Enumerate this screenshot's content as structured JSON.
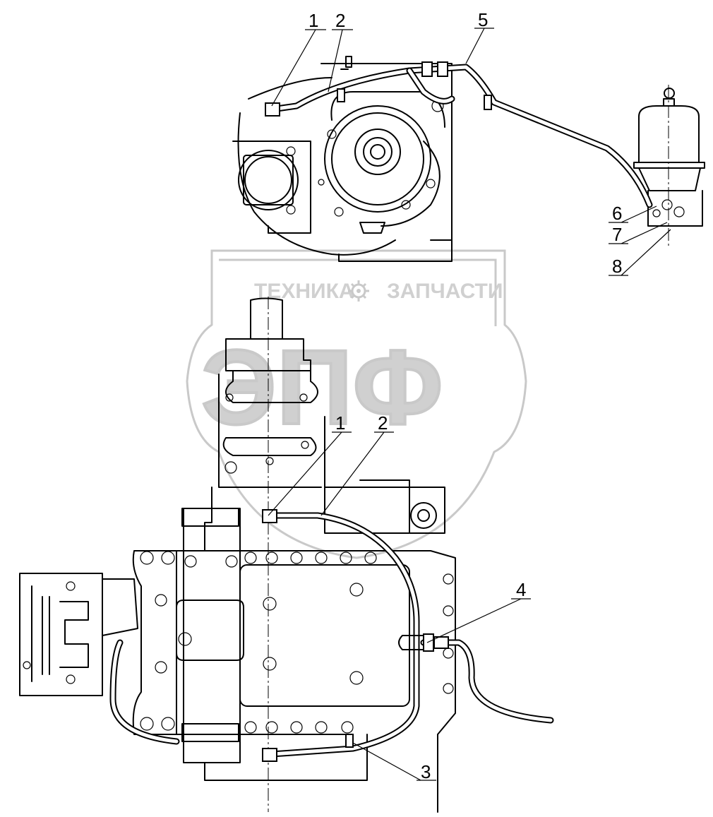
{
  "watermark": {
    "top_text_left": "ТЕХНИКА",
    "top_text_right": "ЗАПЧАСТИ",
    "big_letters": "ЭПФ",
    "gear_icon": "gear-icon"
  },
  "callouts": [
    {
      "id": "callout-1-top",
      "label": "1"
    },
    {
      "id": "callout-2-top",
      "label": "2"
    },
    {
      "id": "callout-5",
      "label": "5"
    },
    {
      "id": "callout-6",
      "label": "6"
    },
    {
      "id": "callout-7",
      "label": "7"
    },
    {
      "id": "callout-8",
      "label": "8"
    },
    {
      "id": "callout-1-mid",
      "label": "1"
    },
    {
      "id": "callout-2-mid",
      "label": "2"
    },
    {
      "id": "callout-4",
      "label": "4"
    },
    {
      "id": "callout-3",
      "label": "3"
    }
  ],
  "colors": {
    "line": "#000000",
    "watermark": "#c9c9c9",
    "background": "#ffffff"
  }
}
